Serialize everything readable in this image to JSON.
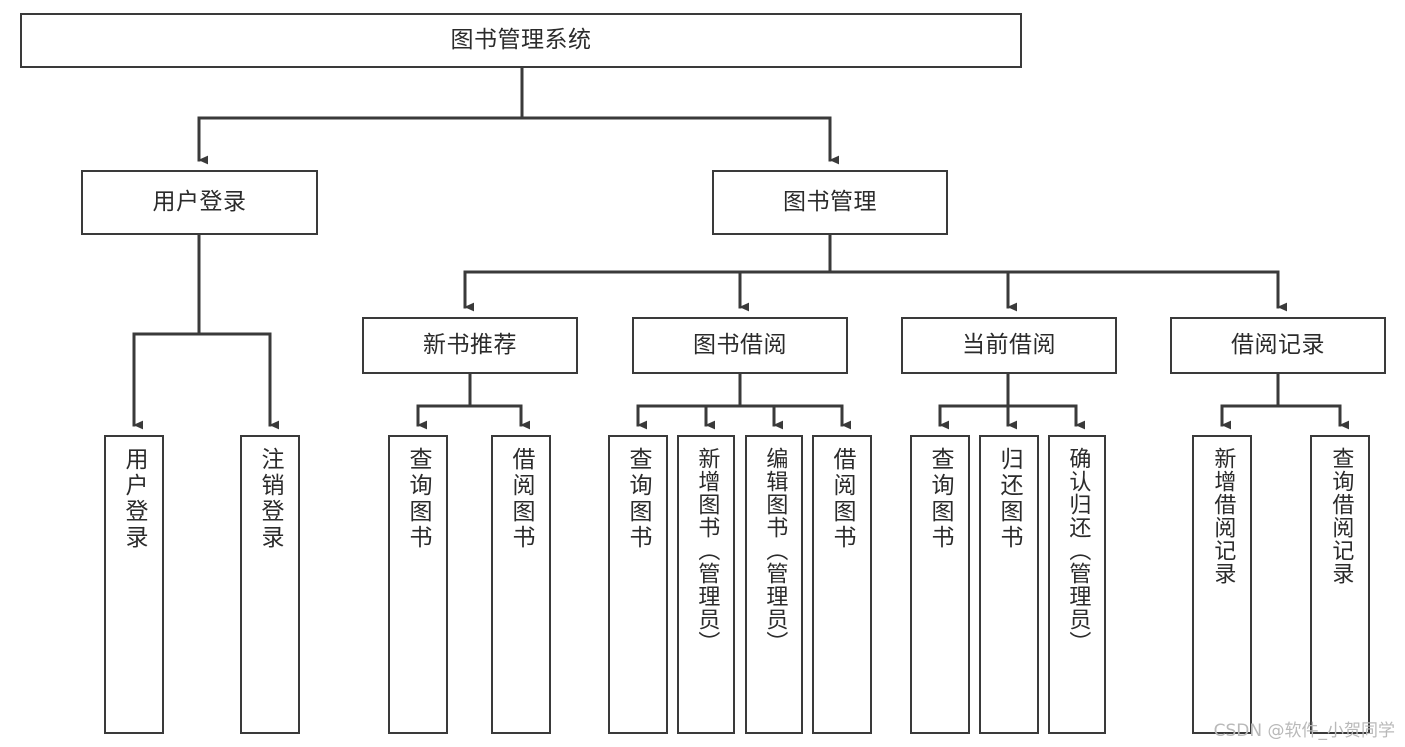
{
  "diagram": {
    "kind": "功能结构图",
    "root": {
      "id": "root",
      "label": "图书管理系统"
    },
    "level2": [
      {
        "id": "user-login",
        "label": "用户登录"
      },
      {
        "id": "book-manage",
        "label": "图书管理"
      }
    ],
    "level3": [
      {
        "id": "new-book-recommend",
        "label": "新书推荐",
        "parent": "book-manage"
      },
      {
        "id": "book-borrow",
        "label": "图书借阅",
        "parent": "book-manage"
      },
      {
        "id": "current-borrow",
        "label": "当前借阅",
        "parent": "book-manage"
      },
      {
        "id": "borrow-record",
        "label": "借阅记录",
        "parent": "book-manage"
      }
    ],
    "leaves": [
      {
        "id": "leaf-user-login",
        "label": "用户登录",
        "parent": "user-login"
      },
      {
        "id": "leaf-user-logout",
        "label": "注销登录",
        "parent": "user-login"
      },
      {
        "id": "leaf-query-book-1",
        "label": "查询图书",
        "parent": "new-book-recommend"
      },
      {
        "id": "leaf-borrow-book-1",
        "label": "借阅图书",
        "parent": "new-book-recommend"
      },
      {
        "id": "leaf-query-book-2",
        "label": "查询图书",
        "parent": "book-borrow"
      },
      {
        "id": "leaf-add-book",
        "label": "新增图书（管理员）",
        "parent": "book-borrow"
      },
      {
        "id": "leaf-edit-book",
        "label": "编辑图书（管理员）",
        "parent": "book-borrow"
      },
      {
        "id": "leaf-borrow-book-2",
        "label": "借阅图书",
        "parent": "book-borrow"
      },
      {
        "id": "leaf-query-book-3",
        "label": "查询图书",
        "parent": "current-borrow"
      },
      {
        "id": "leaf-return-book",
        "label": "归还图书",
        "parent": "current-borrow"
      },
      {
        "id": "leaf-confirm-return",
        "label": "确认归还（管理员）",
        "parent": "current-borrow"
      },
      {
        "id": "leaf-add-record",
        "label": "新增借阅记录",
        "parent": "borrow-record"
      },
      {
        "id": "leaf-query-record",
        "label": "查询借阅记录",
        "parent": "borrow-record"
      }
    ],
    "watermark": "CSDN @软件_小贺同学",
    "colors": {
      "stroke": "#3a3a3a",
      "text": "#2b2b2b",
      "background": "#ffffff",
      "watermark": "#b9b9b9"
    }
  }
}
